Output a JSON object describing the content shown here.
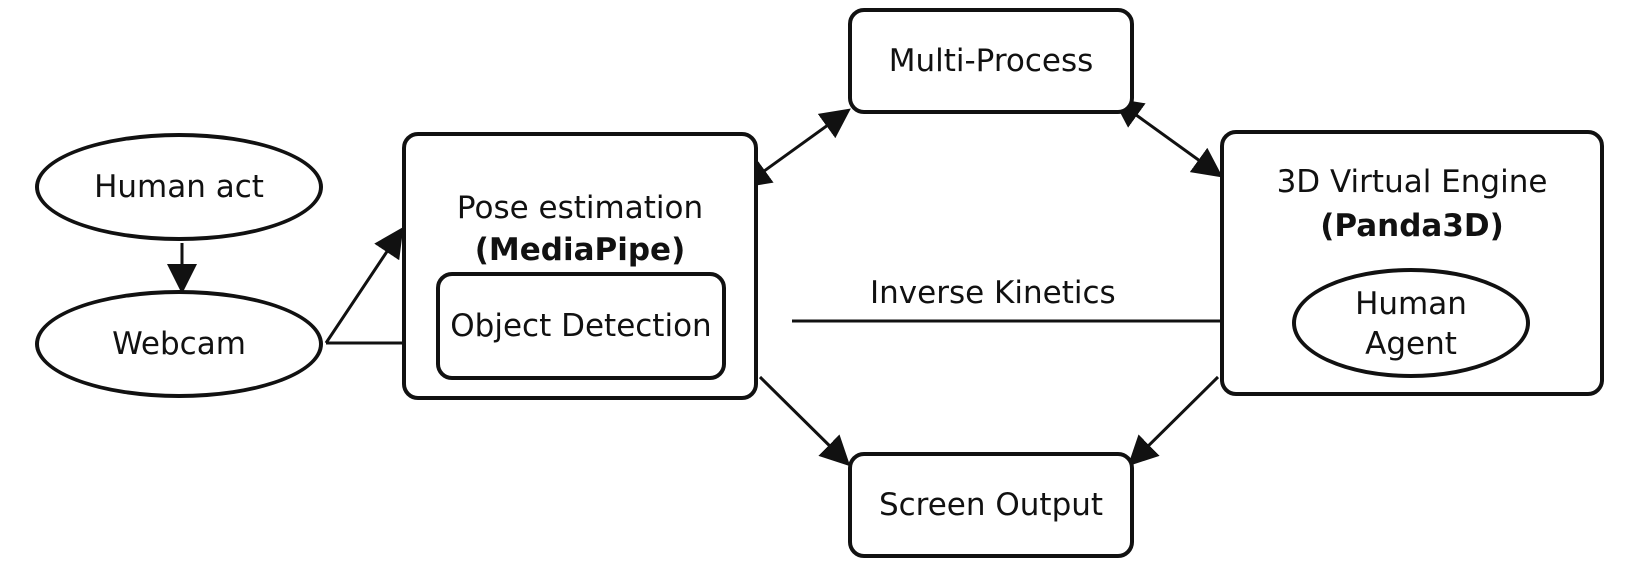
{
  "nodes": {
    "human_act": {
      "label": "Human act"
    },
    "webcam": {
      "label": "Webcam"
    },
    "pose_estimation": {
      "title": "Pose estimation",
      "subtitle": "(MediaPipe)"
    },
    "object_detection": {
      "label": "Object Detection"
    },
    "multi_process": {
      "label": "Multi-Process"
    },
    "screen_output": {
      "label": "Screen Output"
    },
    "virtual_engine": {
      "title": "3D Virtual Engine",
      "subtitle": "(Panda3D)"
    },
    "human_agent": {
      "line1": "Human",
      "line2": "Agent"
    }
  },
  "edges": {
    "inverse_kinetics": {
      "label": "Inverse Kinetics"
    }
  }
}
